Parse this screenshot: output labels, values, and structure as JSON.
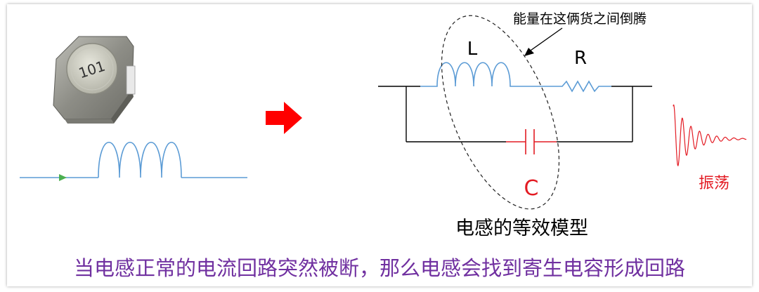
{
  "component": {
    "marking": "101"
  },
  "circuit": {
    "label_L": "L",
    "label_R": "R",
    "label_C": "C",
    "annotation": "能量在这俩货之间倒腾",
    "caption": "电感的等效模型"
  },
  "waveform": {
    "label": "振荡"
  },
  "footer": {
    "text": "当电感正常的电流回路突然被断，那么电感会找到寄生电容形成回路"
  },
  "colors": {
    "wire_blue": "#5b9bd5",
    "cap_red": "#e31b23",
    "arrow_red": "#ff0000",
    "footer_purple": "#7030a0",
    "wire_black": "#000000"
  }
}
